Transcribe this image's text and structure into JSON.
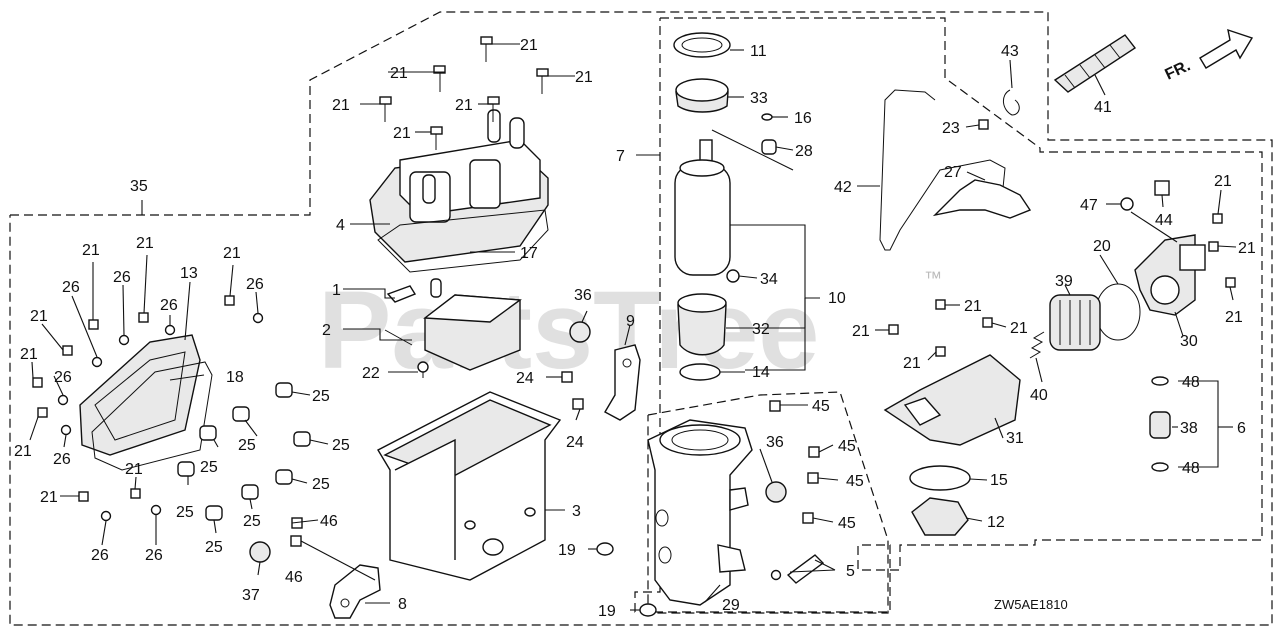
{
  "diagram_code": "ZW5AE1810",
  "direction_label": "FR.",
  "watermark": {
    "text": "PartsTree",
    "trademark": "™"
  },
  "callouts": [
    "1",
    "2",
    "3",
    "4",
    "5",
    "6",
    "7",
    "8",
    "9",
    "10",
    "11",
    "12",
    "13",
    "14",
    "15",
    "16",
    "17",
    "18",
    "19",
    "20",
    "21",
    "22",
    "23",
    "24",
    "25",
    "26",
    "27",
    "28",
    "29",
    "30",
    "31",
    "32",
    "33",
    "34",
    "35",
    "36",
    "37",
    "38",
    "39",
    "40",
    "41",
    "42",
    "43",
    "44",
    "45",
    "46",
    "47",
    "48"
  ]
}
